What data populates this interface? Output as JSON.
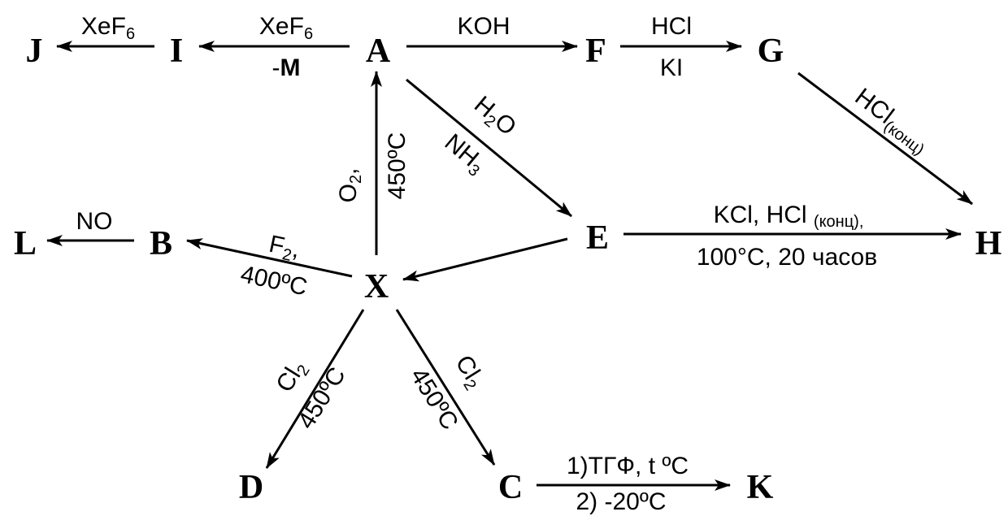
{
  "nodes": {
    "J": "J",
    "I": "I",
    "A": "A",
    "F": "F",
    "G": "G",
    "L": "L",
    "B": "B",
    "X": "X",
    "E": "E",
    "H": "H",
    "D": "D",
    "C": "C",
    "K": "K"
  },
  "reagents": {
    "i_j": {
      "main": "XeF",
      "sub": "6"
    },
    "a_i_top": {
      "main": "XeF",
      "sub": "6"
    },
    "a_i_bottom": {
      "prefix": "-",
      "bold": "M"
    },
    "a_f": "KOH",
    "f_g_top": "HCl",
    "f_g_bottom": "KI",
    "g_h": {
      "main": "HCl",
      "sub": "(конц)"
    },
    "a_e_1": {
      "a": "H",
      "sub": "2",
      "b": "O"
    },
    "a_e_2": {
      "a": "NH",
      "sub": "3"
    },
    "x_a_1": {
      "a": "O",
      "sub": "2",
      "b": ","
    },
    "x_a_2": "450ºC",
    "b_l": "NO",
    "x_b_1": {
      "a": "F",
      "sub": "2",
      "b": ","
    },
    "x_b_2": "400ºC",
    "e_h_top": {
      "a": "KCl, HCl ",
      "sub": "(конц),",
      "b": ""
    },
    "e_h_bottom": "100°C, 20 часов",
    "x_d_1": {
      "a": "Cl",
      "sub": "2"
    },
    "x_d_2": "450ºC",
    "x_c_1": {
      "a": "Cl",
      "sub": "2"
    },
    "x_c_2": "450ºC",
    "c_k_top": "1)ТГФ, t ºC",
    "c_k_bottom": "2) -20ºC"
  }
}
